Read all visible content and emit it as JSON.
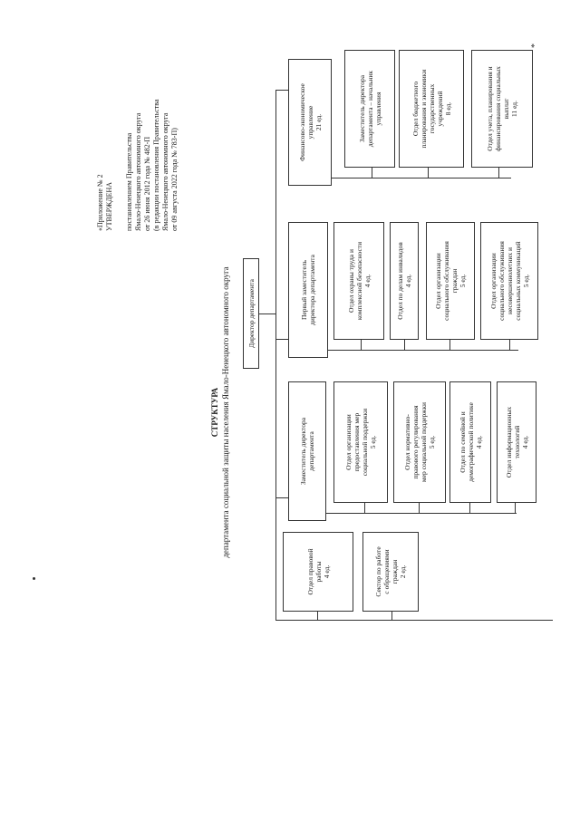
{
  "approval": {
    "line1": "«Приложение № 2",
    "line2": "УТВЕРЖДЕНА",
    "line3": "постановлением Правительства",
    "line4": "Ямало-Ненецкого автономного округа",
    "line5": "от 26 июня 2012 года № 482-П",
    "line6": "(в редакции постановления Правительства",
    "line7": "Ямало-Ненецкого автономного округа",
    "line8": "от 09 августа 2022 года № 783-П)"
  },
  "title": {
    "heading": "СТРУКТУРА",
    "subtitle": "департамента социальной защиты населения Ямало-Ненецкого автономного округа"
  },
  "director": "Директор департамента",
  "left_units": [
    "Отдел правовой\nработы\n4 ед.",
    "Сектор по работе\nс обращениями\nграждан\n2 ед."
  ],
  "deputy": {
    "head": "Заместитель директора\nдепартамента",
    "units": [
      "Отдел организации\nпредоставления мер\nсоциальной поддержки\n5 ед.",
      "Отдел нормативно-\nправового регулирования\nмер социальной поддержки\n5 ед.",
      "Отдел по семейной и\nдемографической политике\n4 ед.",
      "Отдел информационных\nтехнологий\n4 ед."
    ]
  },
  "first_deputy": {
    "head": "Первый заместитель\nдиректора департамента",
    "units": [
      "Отдел охраны труда и\nкомплексной безопасности\n4 ед.",
      "Отдел по делам инвалидов\n4 ед.",
      "Отдел организации\nсоциального обслуживания\nграждан\n5 ед.",
      "Отдел организации\nсоциального обслуживания\nнесовершеннолетних и\nсоциальных коммуникаций\n5 ед."
    ]
  },
  "finance": {
    "head": "Финансово-экономическое\nуправление\n21 ед.",
    "units": [
      "Заместитель директора\nдепартамента – начальник\nуправления",
      "Отдел бюджетного\nпланирования и экономики\nгосударственных\nучреждений\n8 ед.",
      "Отдел учета, планирования и\nфинансирования социальных\nвыплат\n11 ед."
    ]
  },
  "marks": {
    "asterisk": "*"
  }
}
